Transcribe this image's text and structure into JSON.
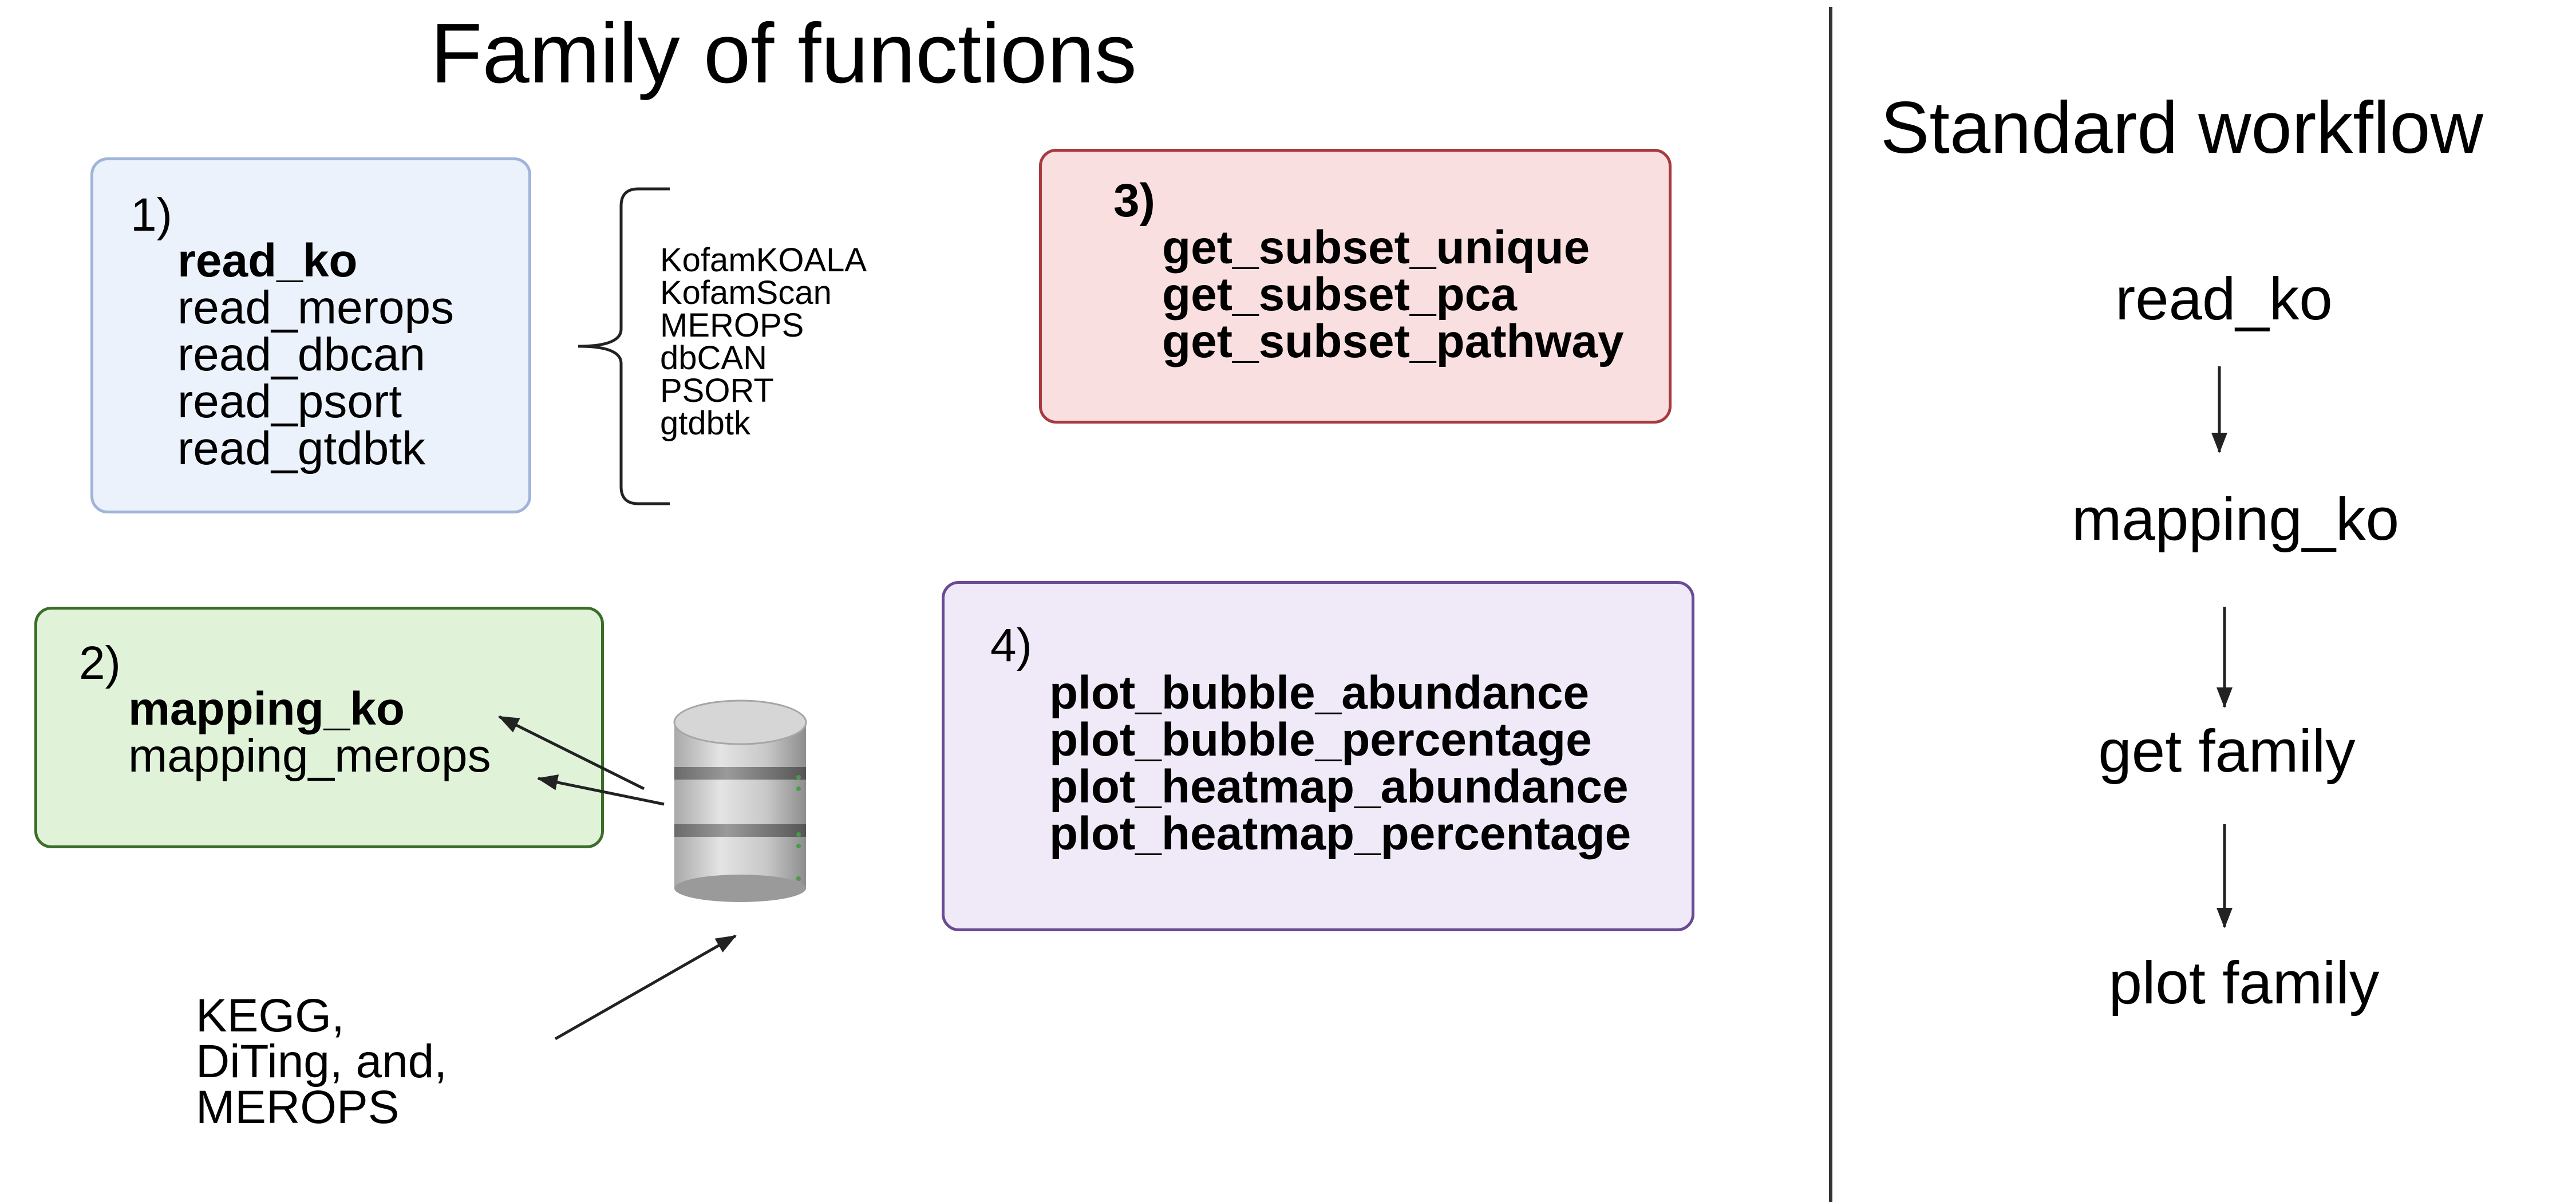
{
  "main_title": "Family of functions",
  "workflow_title": "Standard workflow",
  "box1": {
    "number": "1)",
    "items": [
      "read_ko",
      "read_merops",
      "read_dbcan",
      "read_psort",
      "read_gtdbtk"
    ],
    "bold_first": true
  },
  "tools": [
    "KofamKOALA",
    "KofamScan",
    "MEROPS",
    "dbCAN",
    "PSORT",
    "gtdbtk"
  ],
  "box2": {
    "number": "2)",
    "items": [
      "mapping_ko",
      "mapping_merops"
    ]
  },
  "box3": {
    "number": "3)",
    "items": [
      "get_subset_unique",
      "get_subset_pca",
      "get_subset_pathway"
    ]
  },
  "box4": {
    "number": "4)",
    "items": [
      "plot_bubble_abundance",
      "plot_bubble_percentage",
      "plot_heatmap_abundance",
      "plot_heatmap_percentage"
    ]
  },
  "databases": [
    "KEGG,",
    "DiTing,  and,",
    "MEROPS"
  ],
  "workflow": [
    "read_ko",
    "mapping_ko",
    "get family",
    "plot family"
  ],
  "colors": {
    "box1_fill": "#ebf2fb",
    "box1_border": "#9fb4d8",
    "box2_fill": "#e0f3d8",
    "box2_border": "#3a6e2a",
    "box3_fill": "#f9dfe0",
    "box3_border": "#a83a3e",
    "box4_fill": "#efe9f8",
    "box4_border": "#6a4a94"
  }
}
